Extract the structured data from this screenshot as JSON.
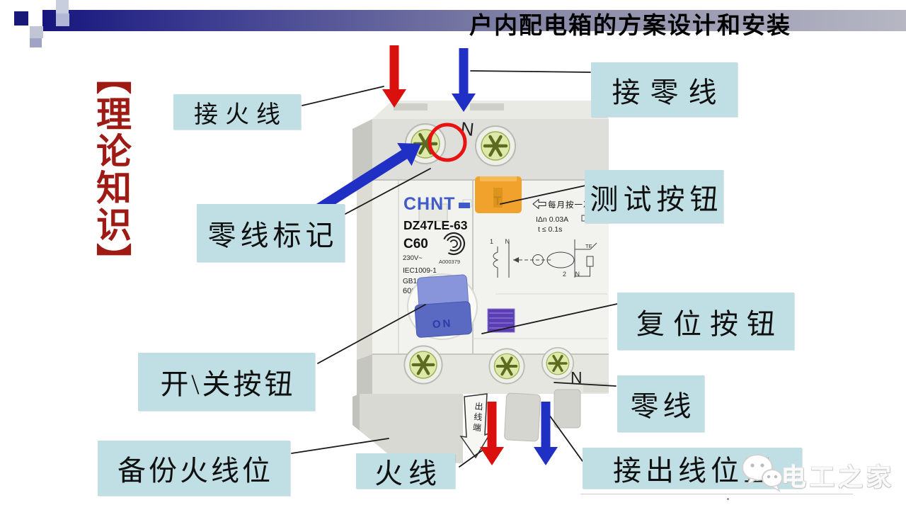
{
  "header": {
    "title": "户内配电箱的方案设计和安装"
  },
  "side_title": "【理论知识】",
  "callouts": {
    "live_in": "接火线",
    "neutral_in": "接零线",
    "neutral_mark": "零线标记",
    "test": "测试按钮",
    "reset": "复位按钮",
    "switch": "开\\关按钮",
    "neutral": "零线",
    "backup_live": "备份火线位",
    "live": "火线",
    "outgoing": "接出线位置"
  },
  "breaker": {
    "brand": "CHNT",
    "model": "DZ47LE-63",
    "rating": "C60",
    "voltage": "230V~",
    "cert_no": "A000379",
    "standard_1": "IEC1009-1",
    "standard_2": "GB16917.1",
    "breaking_capacity": "6000A",
    "switch_on": "ON",
    "test_t": "T",
    "monthly_note": "每月按一次",
    "residual_current": "IΔn   0.03A",
    "trip_time": "t ≤ 0.1s",
    "neutral_mark_top": "N",
    "neutral_mark_bottom": "N",
    "outlet_sign": "出线端",
    "diagram_1n": "1 N",
    "diagram_2n": "2 N",
    "diagram_te": "TE"
  },
  "watermark": {
    "name": "电工之家"
  },
  "colors": {
    "callout_bg": "#c0dfe5",
    "side_title_red": "#9e1a15",
    "arrow_red": "#d9100e",
    "arrow_blue": "#2130c4",
    "header_bar_dark": "#16167e"
  }
}
